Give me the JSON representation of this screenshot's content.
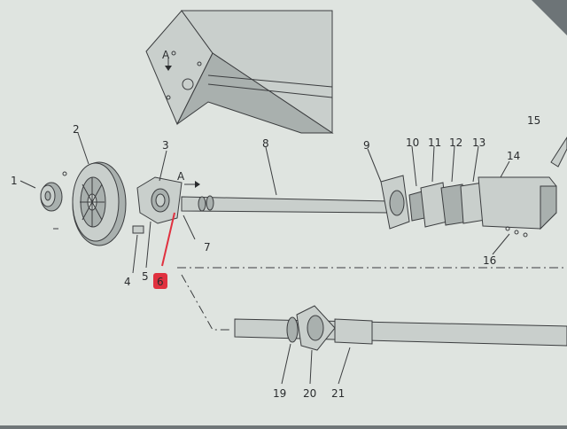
{
  "colors": {
    "paper": "#dfe4e0",
    "ink": "#2e3032",
    "highlight": "#e0313f"
  },
  "view_marks": [
    {
      "label": "A"
    },
    {
      "label": "A"
    }
  ],
  "callouts": [
    {
      "label": "1"
    },
    {
      "label": "2"
    },
    {
      "label": "3"
    },
    {
      "label": "4"
    },
    {
      "label": "5"
    },
    {
      "label": "6",
      "highlighted": true
    },
    {
      "label": "7"
    },
    {
      "label": "8"
    },
    {
      "label": "9"
    },
    {
      "label": "10"
    },
    {
      "label": "11"
    },
    {
      "label": "12"
    },
    {
      "label": "13"
    },
    {
      "label": "14"
    },
    {
      "label": "15"
    },
    {
      "label": "16"
    },
    {
      "label": "19"
    },
    {
      "label": "20"
    },
    {
      "label": "21"
    }
  ]
}
